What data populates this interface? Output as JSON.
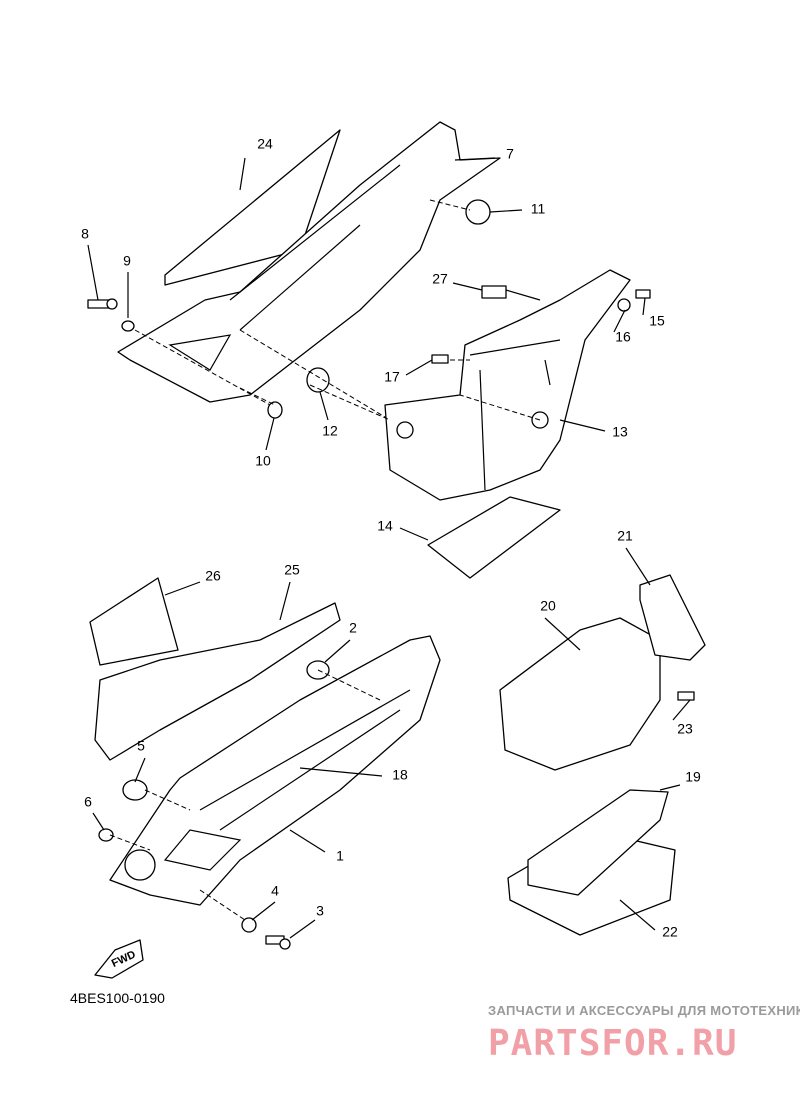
{
  "diagram_code": "4BES100-0190",
  "fwd_label": "FWD",
  "watermark": {
    "tagline": "ЗАПЧАСТИ И АКСЕССУАРЫ ДЛЯ МОТОТЕХНИКИ",
    "logo": "PARTSFOR.RU"
  },
  "callouts": {
    "c1": "1",
    "c2": "2",
    "c3": "3",
    "c4": "4",
    "c5": "5",
    "c6": "6",
    "c7": "7",
    "c8": "8",
    "c9": "9",
    "c10": "10",
    "c11": "11",
    "c12": "12",
    "c13": "13",
    "c14": "14",
    "c15": "15",
    "c16": "16",
    "c17": "17",
    "c18": "18",
    "c19": "19",
    "c20": "20",
    "c21": "21",
    "c22": "22",
    "c23": "23",
    "c24": "24",
    "c25": "25",
    "c26": "26",
    "c27": "27"
  }
}
